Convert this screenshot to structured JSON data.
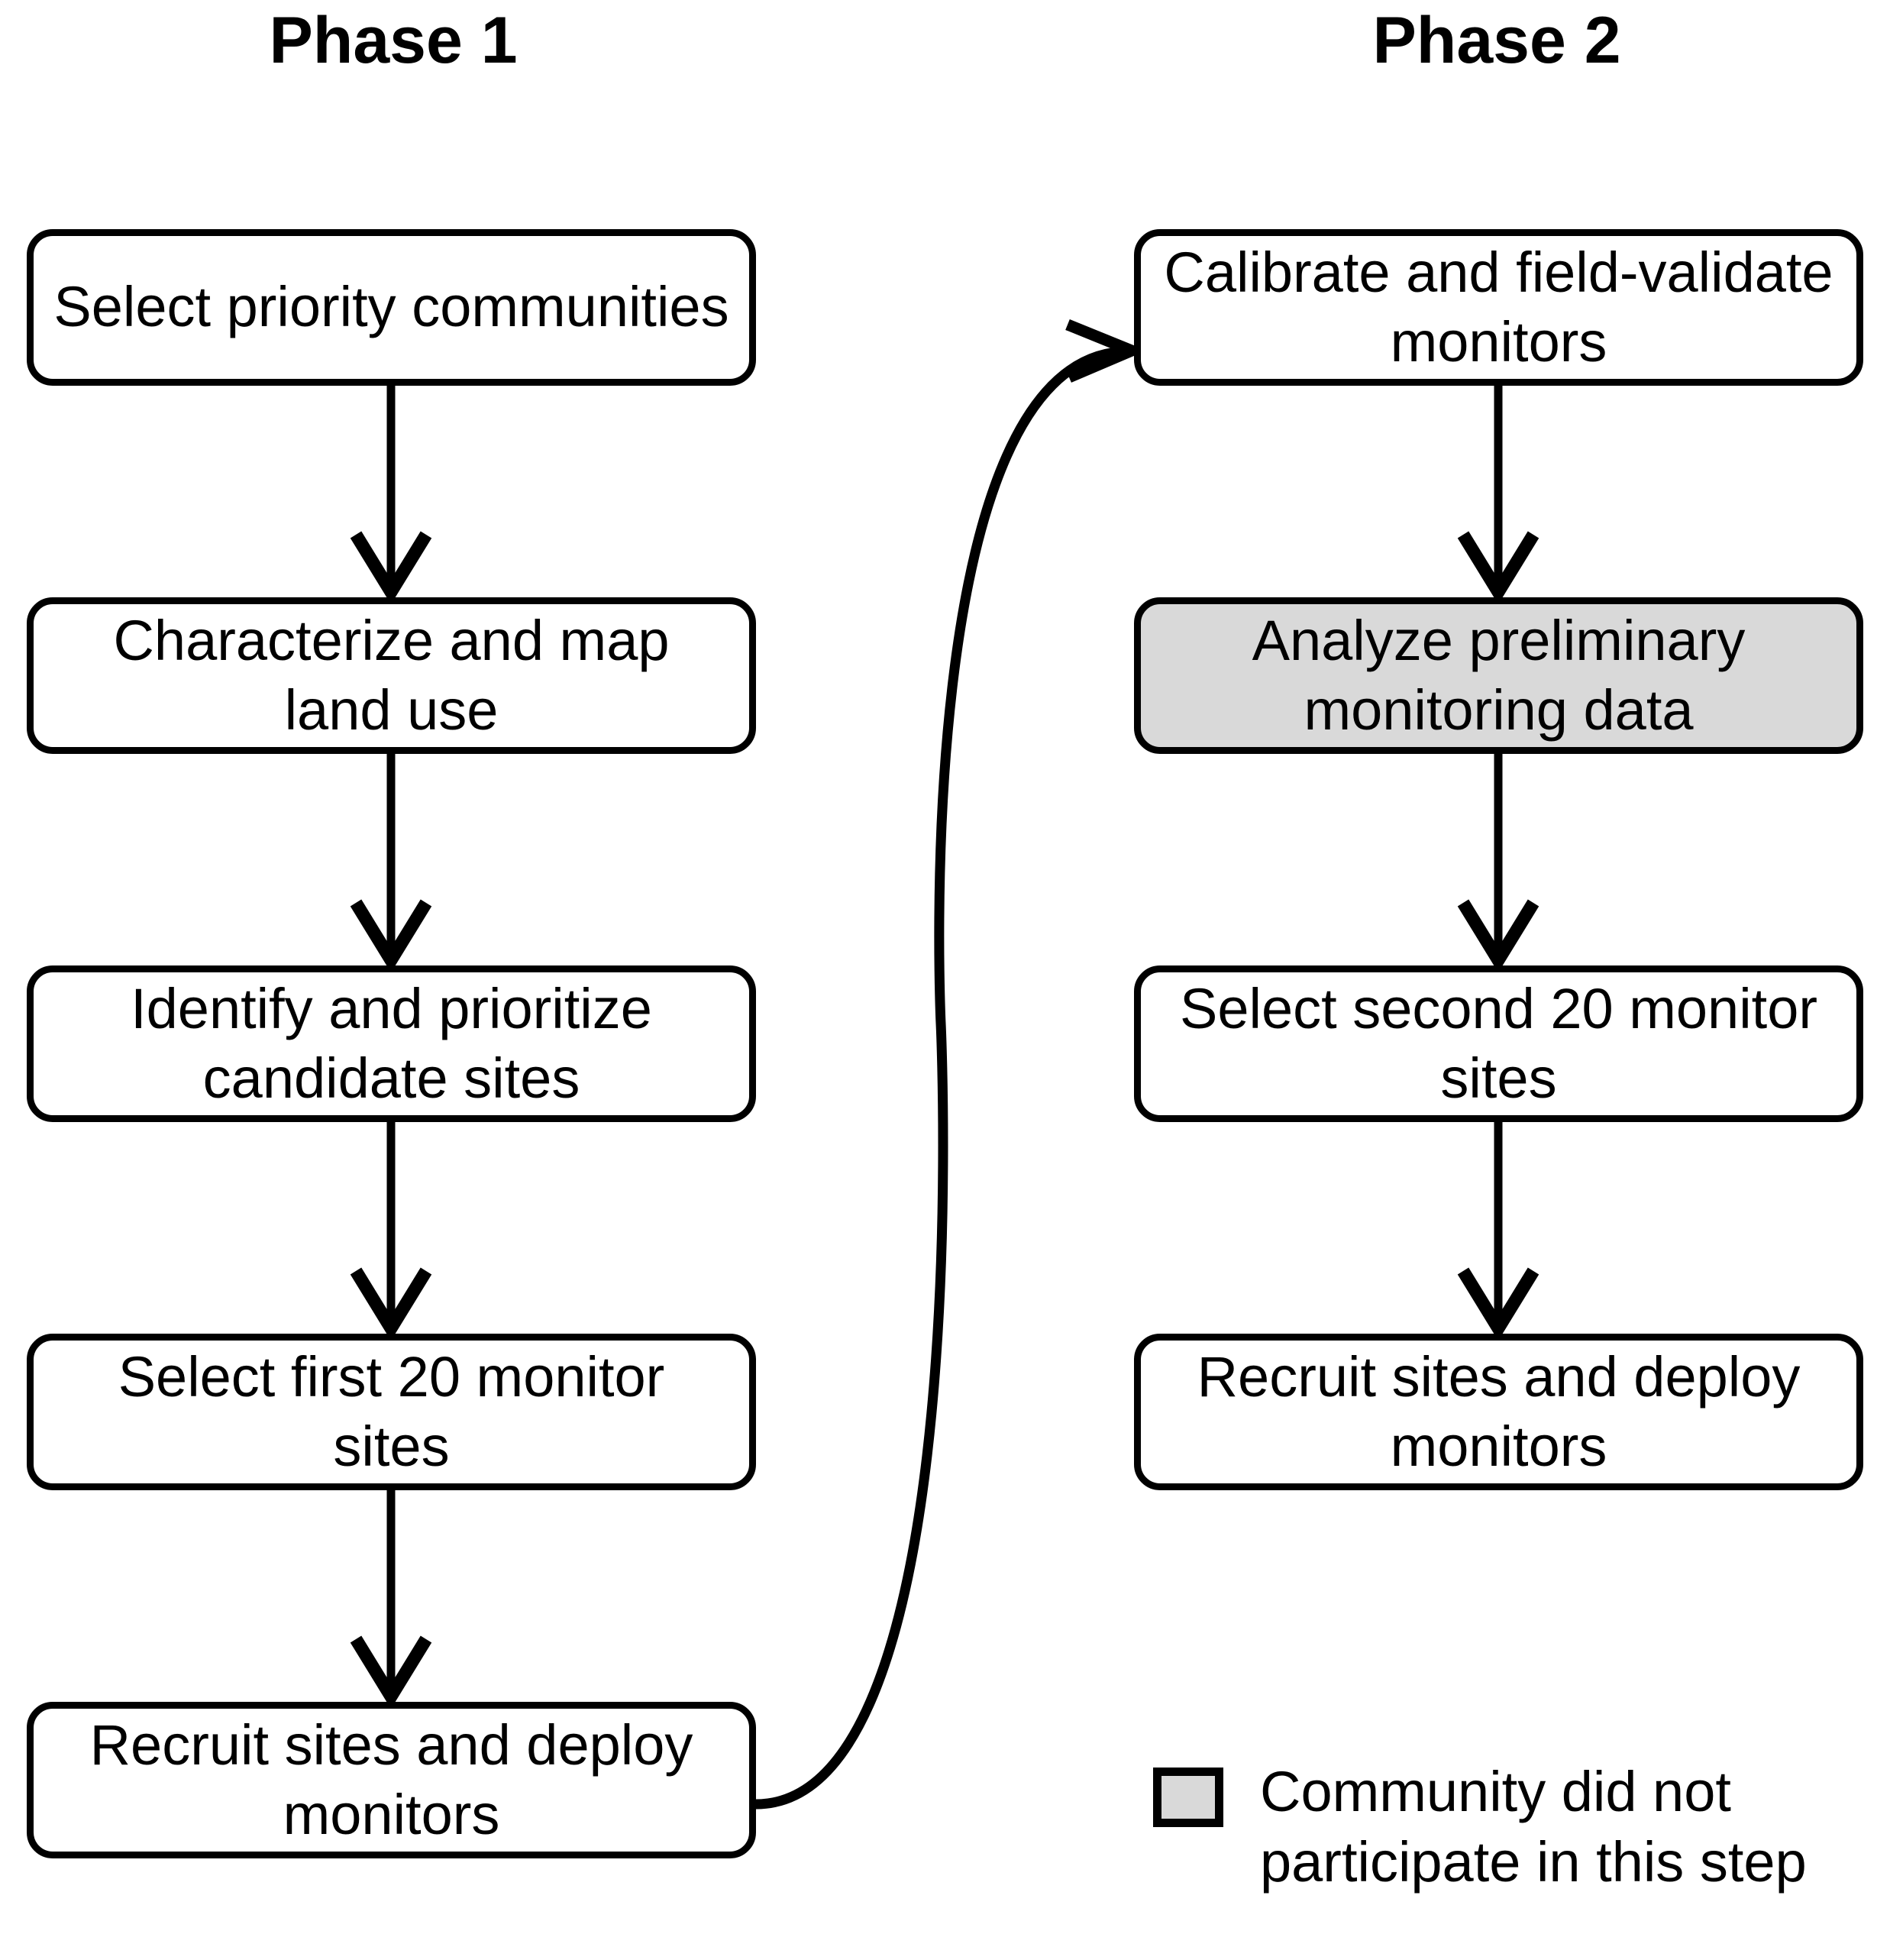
{
  "diagram": {
    "title_left": "Phase 1",
    "title_right": "Phase 2",
    "background_color": "#ffffff",
    "stroke_color": "#000000",
    "shaded_fill_color": "#d9d9d9"
  },
  "phase1": {
    "heading": "Phase 1",
    "steps": [
      {
        "label": "Select priority communities",
        "shaded": false
      },
      {
        "label": "Characterize and map land use",
        "shaded": false
      },
      {
        "label": "Identify and prioritize candidate sites",
        "shaded": false
      },
      {
        "label": "Select first 20 monitor sites",
        "shaded": false
      },
      {
        "label": "Recruit sites and deploy monitors",
        "shaded": false
      }
    ]
  },
  "phase2": {
    "heading": "Phase 2",
    "steps": [
      {
        "label": "Calibrate and field-validate monitors",
        "shaded": false
      },
      {
        "label": "Analyze preliminary monitoring data",
        "shaded": true
      },
      {
        "label": "Select second 20 monitor sites",
        "shaded": false
      },
      {
        "label": "Recruit sites and deploy monitors",
        "shaded": false
      }
    ]
  },
  "legend": {
    "swatch_fill": "#d9d9d9",
    "text": "Community did not participate in this step"
  },
  "connectors": {
    "phase1_vertical_arrow_count": 4,
    "phase2_vertical_arrow_count": 3,
    "cross_phase_curve": "Recruit sites and deploy monitors (Phase 1) -> Calibrate and field-validate monitors (Phase 2)"
  }
}
